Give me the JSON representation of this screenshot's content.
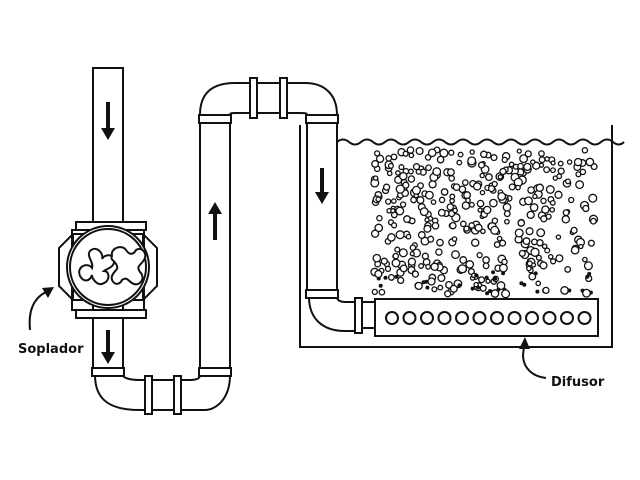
{
  "labels": {
    "blower": "Soplador",
    "diffuser": "Difusor"
  },
  "colors": {
    "stroke": "#111111",
    "background": "#ffffff"
  },
  "diffuser_holes": 12
}
